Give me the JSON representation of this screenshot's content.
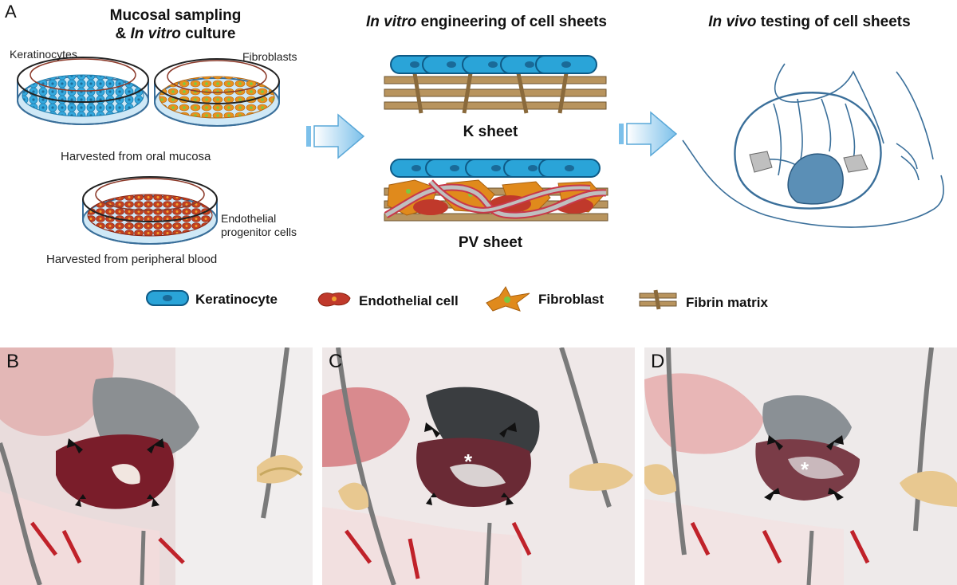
{
  "panel_a": {
    "letter": "A",
    "heading1_line1": "Mucosal sampling",
    "heading1_line2_prefix": "& ",
    "heading1_line2_italic": "In vitro",
    "heading1_line2_suffix": " culture",
    "heading2_italic": "In vitro",
    "heading2_rest": " engineering of cell sheets",
    "heading3_italic": "In vivo",
    "heading3_rest": " testing of cell sheets",
    "dish_keratinocytes": "Keratinocytes",
    "dish_fibroblasts": "Fibroblasts",
    "harvest_oral": "Harvested from oral mucosa",
    "dish_epc_line1": "Endothelial",
    "dish_epc_line2": "progenitor cells",
    "harvest_blood": "Harvested from peripheral blood",
    "k_sheet": "K sheet",
    "pv_sheet": "PV sheet"
  },
  "legend": {
    "keratinocyte": "Keratinocyte",
    "endothelial": "Endothelial cell",
    "fibroblast": "Fibroblast",
    "fibrin": "Fibrin matrix"
  },
  "photos": [
    {
      "letter": "B",
      "asterisk": ""
    },
    {
      "letter": "C",
      "asterisk": "*"
    },
    {
      "letter": "D",
      "asterisk": "*"
    }
  ],
  "colors": {
    "keratinocyte_fill": "#2aa4d8",
    "fibroblast_fill": "#e08a1c",
    "endothelial_fill": "#c0392b",
    "fibrin": "#b08a5a",
    "arrow": "#9fd2f0"
  }
}
